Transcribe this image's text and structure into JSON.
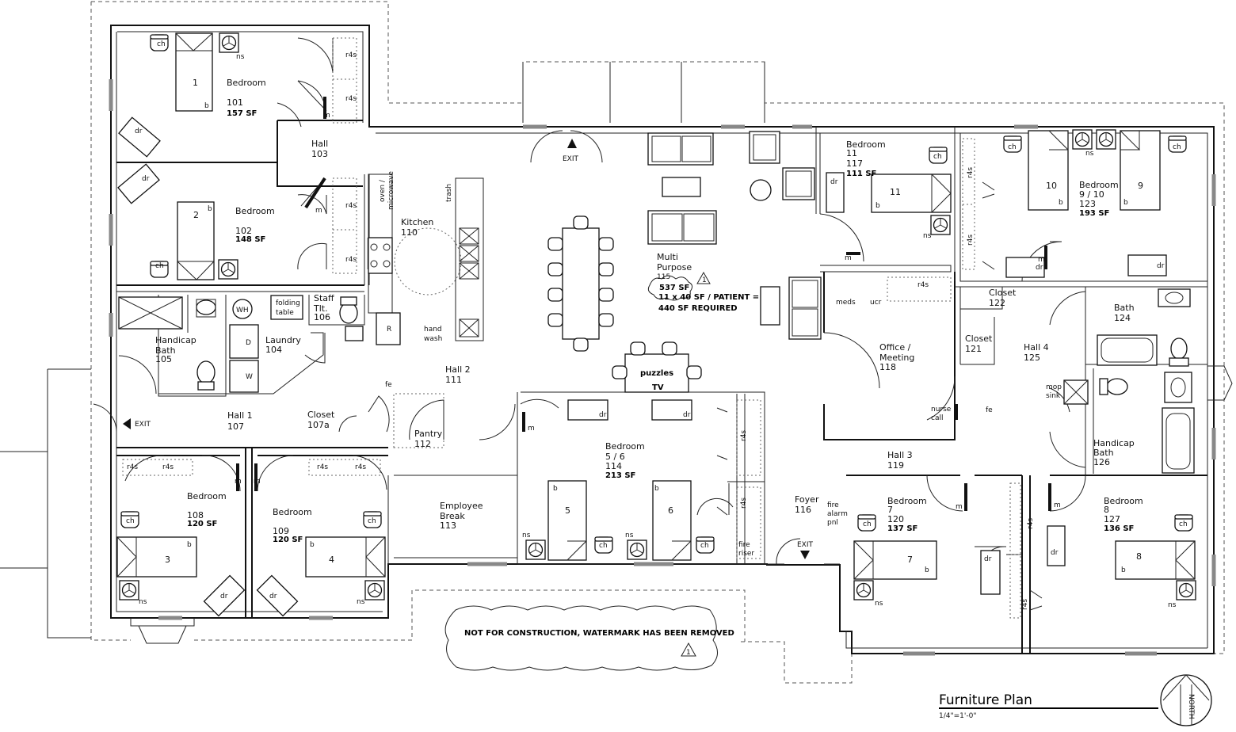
{
  "rooms": {
    "r101": {
      "name": "Bedroom",
      "num": "101",
      "area": "157 SF",
      "bed": "1"
    },
    "r102": {
      "name": "Bedroom",
      "num": "102",
      "area": "148 SF",
      "bed": "2"
    },
    "r103": {
      "name": "Hall",
      "num": "103"
    },
    "r104": {
      "name": "Laundry",
      "num": "104"
    },
    "r105": {
      "name1": "Handicap",
      "name2": "Bath",
      "num": "105"
    },
    "r106": {
      "name1": "Staff",
      "name2": "Tlt.",
      "num": "106"
    },
    "r107": {
      "name": "Hall 1",
      "num": "107"
    },
    "r107a": {
      "name": "Closet",
      "num": "107a"
    },
    "r108": {
      "name": "Bedroom",
      "num": "108",
      "area": "120 SF",
      "bed": "3"
    },
    "r109": {
      "name": "Bedroom",
      "num": "109",
      "area": "120 SF",
      "bed": "4"
    },
    "r110": {
      "name": "Kitchen",
      "num": "110"
    },
    "r111": {
      "name": "Hall 2",
      "num": "111"
    },
    "r112": {
      "name": "Pantry",
      "num": "112"
    },
    "r113": {
      "name1": "Employee",
      "name2": "Break",
      "num": "113"
    },
    "r114": {
      "name": "Bedroom",
      "name2": "5 / 6",
      "num": "114",
      "area": "213 SF",
      "bed1": "5",
      "bed2": "6"
    },
    "r115": {
      "name1": "Multi",
      "name2": "Purpose",
      "num": "115",
      "area": "537 SF",
      "note1": "11 x 40 SF / PATIENT =",
      "note2": "440 SF REQUIRED"
    },
    "r116": {
      "name": "Foyer",
      "num": "116"
    },
    "r117": {
      "name": "Bedroom",
      "num": "117",
      "bedlabel": "11",
      "area": "111 SF",
      "bed": "11"
    },
    "r118": {
      "name1": "Office /",
      "name2": "Meeting",
      "num": "118"
    },
    "r119": {
      "name": "Hall 3",
      "num": "119"
    },
    "r120": {
      "name": "Bedroom",
      "num": "120",
      "bedlabel": "7",
      "area": "137 SF",
      "bed": "7"
    },
    "r121": {
      "name": "Closet",
      "num": "121"
    },
    "r122": {
      "name": "Closet",
      "num": "122"
    },
    "r123": {
      "name": "Bedroom",
      "name2": "9 / 10",
      "num": "123",
      "area": "193 SF",
      "bed1": "10",
      "bed2": "9"
    },
    "r124": {
      "name": "Bath",
      "num": "124"
    },
    "r125": {
      "name": "Hall 4",
      "num": "125"
    },
    "r126": {
      "name1": "Handicap",
      "name2": "Bath",
      "num": "126"
    },
    "r127": {
      "name": "Bedroom",
      "num": "127",
      "bedlabel": "8",
      "area": "136 SF",
      "bed": "8"
    }
  },
  "labels": {
    "exit": "EXIT",
    "ch": "ch",
    "dr": "dr",
    "ns": "ns",
    "b": "b",
    "m": "m",
    "r4s": "r4s",
    "fe": "fe",
    "wh": "WH",
    "folding1": "folding",
    "folding2": "table",
    "d": "D",
    "w": "W",
    "oven1": "oven /",
    "oven2": "microwave",
    "trash": "trash",
    "hand1": "hand",
    "hand2": "wash",
    "puzzles": "puzzles",
    "tv": "TV",
    "meds": "meds",
    "ucr": "ucr",
    "nurse1": "nurse",
    "nurse2": "call",
    "mop1": "mop",
    "mop2": "sink",
    "fa1": "fire",
    "fa2": "alarm",
    "fa3": "pnl",
    "fr1": "fire",
    "fr2": "riser"
  },
  "notice": "NOT FOR CONSTRUCTION, WATERMARK HAS BEEN REMOVED",
  "title": "Furniture Plan",
  "scale": "1/4\"=1'-0\"",
  "north": "NORTH"
}
